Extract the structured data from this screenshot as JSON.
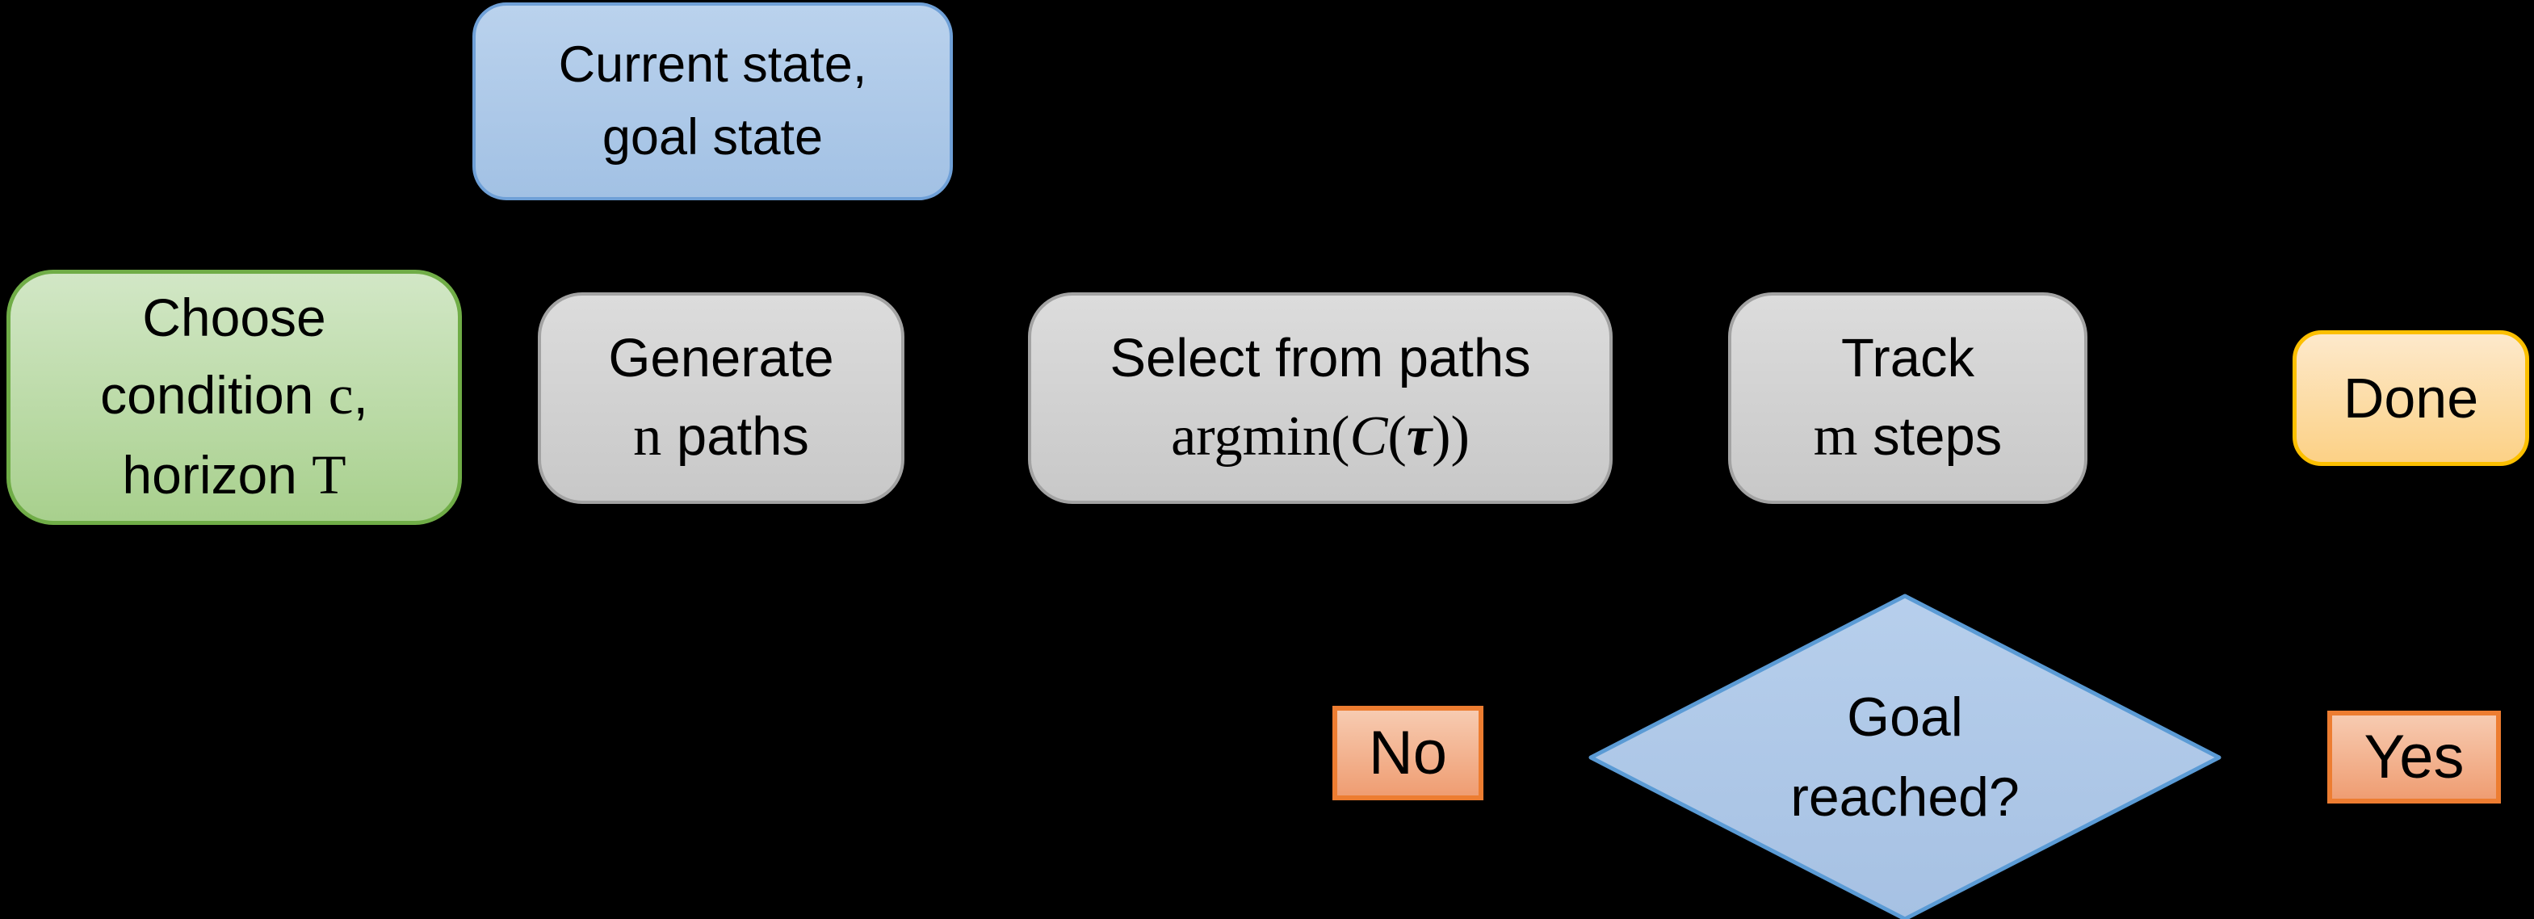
{
  "nodes": {
    "current_state": {
      "line1": "Current state,",
      "line2": "goal state"
    },
    "choose_condition": {
      "line1": "Choose",
      "line2_text": "condition ",
      "line2_var": "c",
      "line2_comma": ",",
      "line3_text": "horizon ",
      "line3_var": "T"
    },
    "generate_paths": {
      "line1": "Generate",
      "line2_var": "n",
      "line2_text": " paths"
    },
    "select_paths": {
      "line1": "Select from paths",
      "formula_argmin": "argmin(",
      "formula_cost": "C",
      "formula_paren": "(",
      "formula_tau": "τ",
      "formula_close": "))"
    },
    "track_steps": {
      "line1": "Track",
      "line2_var": "m",
      "line2_text": " steps"
    },
    "done": {
      "label": "Done"
    },
    "goal_reached": {
      "line1": "Goal",
      "line2": "reached?"
    },
    "no_branch": {
      "label": "No"
    },
    "yes_branch": {
      "label": "Yes"
    }
  },
  "palette": {
    "background": "#000000",
    "text": "#000000",
    "blue_fill_top": "#bad2ed",
    "blue_fill_bottom": "#a2c1e4",
    "blue_border": "#6fa0d7",
    "green_fill_top": "#d2e7c6",
    "green_fill_bottom": "#a8d08d",
    "green_border": "#70ad47",
    "gray_fill_top": "#dcdcdc",
    "gray_fill_bottom": "#c8c8c8",
    "gray_border": "#a3a3a3",
    "amber_fill_top": "#fde9cb",
    "amber_fill_bottom": "#fcd186",
    "amber_border": "#fcbf00",
    "orange_fill_top": "#f7cbb1",
    "orange_fill_bottom": "#ef9d72",
    "orange_border": "#ed7d31",
    "diamond_fill_top": "#b7cfec",
    "diamond_fill_bottom": "#a6c1e3",
    "diamond_border": "#5b9bd5"
  }
}
